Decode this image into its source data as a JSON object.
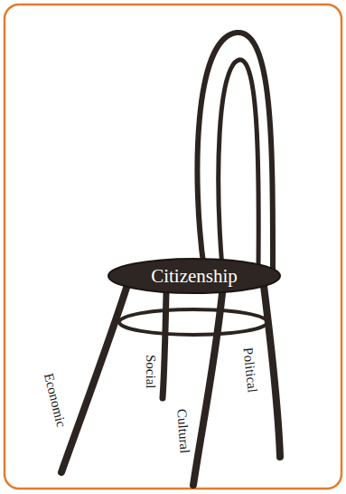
{
  "diagram": {
    "nodes": [
      {
        "text": [
          "Citizenship"
        ]
      }
    ],
    "labels": [
      "Economic",
      "Social",
      "Cultural",
      "Political"
    ]
  }
}
